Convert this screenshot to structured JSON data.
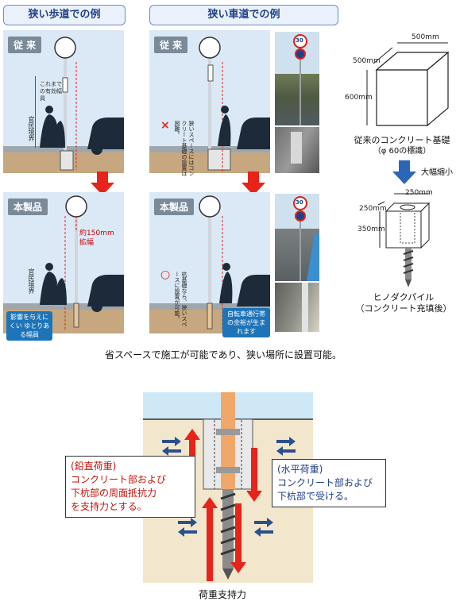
{
  "sections": {
    "sidewalk_title": "狭い歩道での例",
    "roadway_title": "狭い車道での例"
  },
  "tags": {
    "conventional": "従 来",
    "product": "本製品"
  },
  "sidewalk": {
    "old_width_label": "これまでの有効幅員",
    "boundary_label": "官民境界",
    "widen_label": "約150mm",
    "widen_sub": "拡幅",
    "benefit_note": "影響を与えにくい ゆとりある幅員"
  },
  "roadway": {
    "cross_mark": "×",
    "cross_text": "狭いスペースにはコンクリート基礎の設置は困難。",
    "circle_mark": "○",
    "circle_text": "杭基礎なら、狭いスペースに設置が可能。",
    "bike_note": "自転車通行帯の余裕が生まれます",
    "sign_number": "30"
  },
  "foundation": {
    "width_label": "500mm",
    "depth_label": "500mm",
    "height_label": "600mm",
    "caption_line1": "従来のコンクリート基礎",
    "caption_line2": "（φ 60の標識）",
    "shrink_label": "大幅縮小",
    "new_width_label": "250mm",
    "new_depth_label": "250mm",
    "new_height_label": "350mm",
    "new_caption_line1": "ヒノダクパイル",
    "new_caption_line2": "（コンクリート充填後）"
  },
  "summary": "省スペースで施工が可能であり、狭い場所に設置可能。",
  "load": {
    "vertical_title": "(鉛直荷重)",
    "vertical_line1": "コンクリート部および",
    "vertical_line2": "下杭部の周面抵抗力",
    "vertical_line3": "を支持力とする。",
    "horizontal_title": "(水平荷重)",
    "horizontal_line1": "コンクリート部および",
    "horizontal_line2": "下杭部で受ける。",
    "caption": "荷重支持力"
  },
  "colors": {
    "accent_red": "#e8231a",
    "navy_arrow": "#2b4f8f",
    "header_blue": "#1f3f86",
    "soil": "#f2e7cd",
    "sky": "#cfe8f6",
    "post": "#f0a86a"
  }
}
